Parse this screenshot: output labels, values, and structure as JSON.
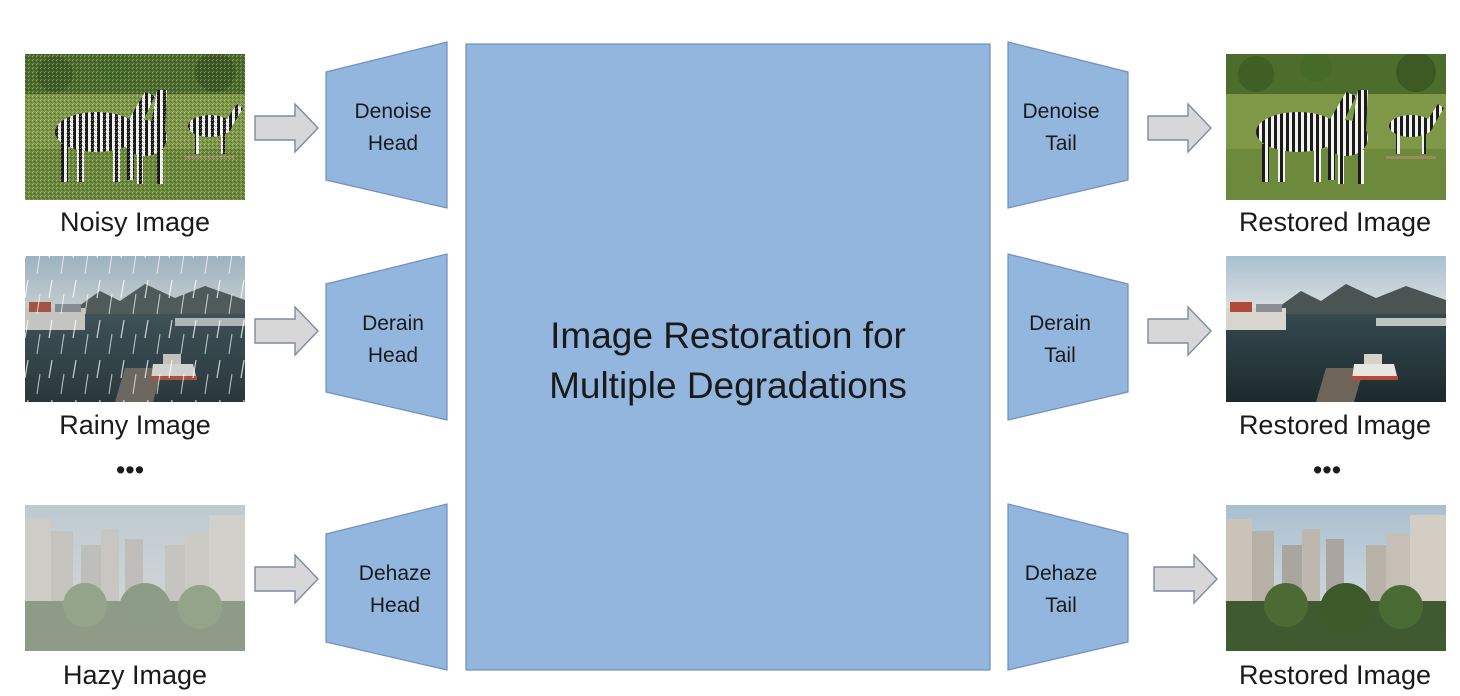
{
  "center": {
    "line1": "Image Restoration for",
    "line2": "Multiple Degradations"
  },
  "inputs": [
    {
      "label": "Noisy Image",
      "scene": "zebras"
    },
    {
      "label": "Rainy Image",
      "scene": "harbor-rain"
    },
    {
      "label": "Hazy Image",
      "scene": "city-haze"
    }
  ],
  "heads": [
    {
      "line1": "Denoise",
      "line2": "Head"
    },
    {
      "line1": "Derain",
      "line2": "Head"
    },
    {
      "line1": "Dehaze",
      "line2": "Head"
    }
  ],
  "tails": [
    {
      "line1": "Denoise",
      "line2": "Tail"
    },
    {
      "line1": "Derain",
      "line2": "Tail"
    },
    {
      "line1": "Dehaze",
      "line2": "Tail"
    }
  ],
  "outputs": [
    {
      "label": "Restored Image",
      "scene": "zebras"
    },
    {
      "label": "Restored Image",
      "scene": "harbor"
    },
    {
      "label": "Restored Image",
      "scene": "city"
    }
  ],
  "ellipsis": "•••",
  "colors": {
    "block_fill": "#93b6de",
    "block_stroke": "#6f8fbd",
    "arrow_fill": "#d7d7d7",
    "arrow_stroke": "#7d8ba4"
  }
}
